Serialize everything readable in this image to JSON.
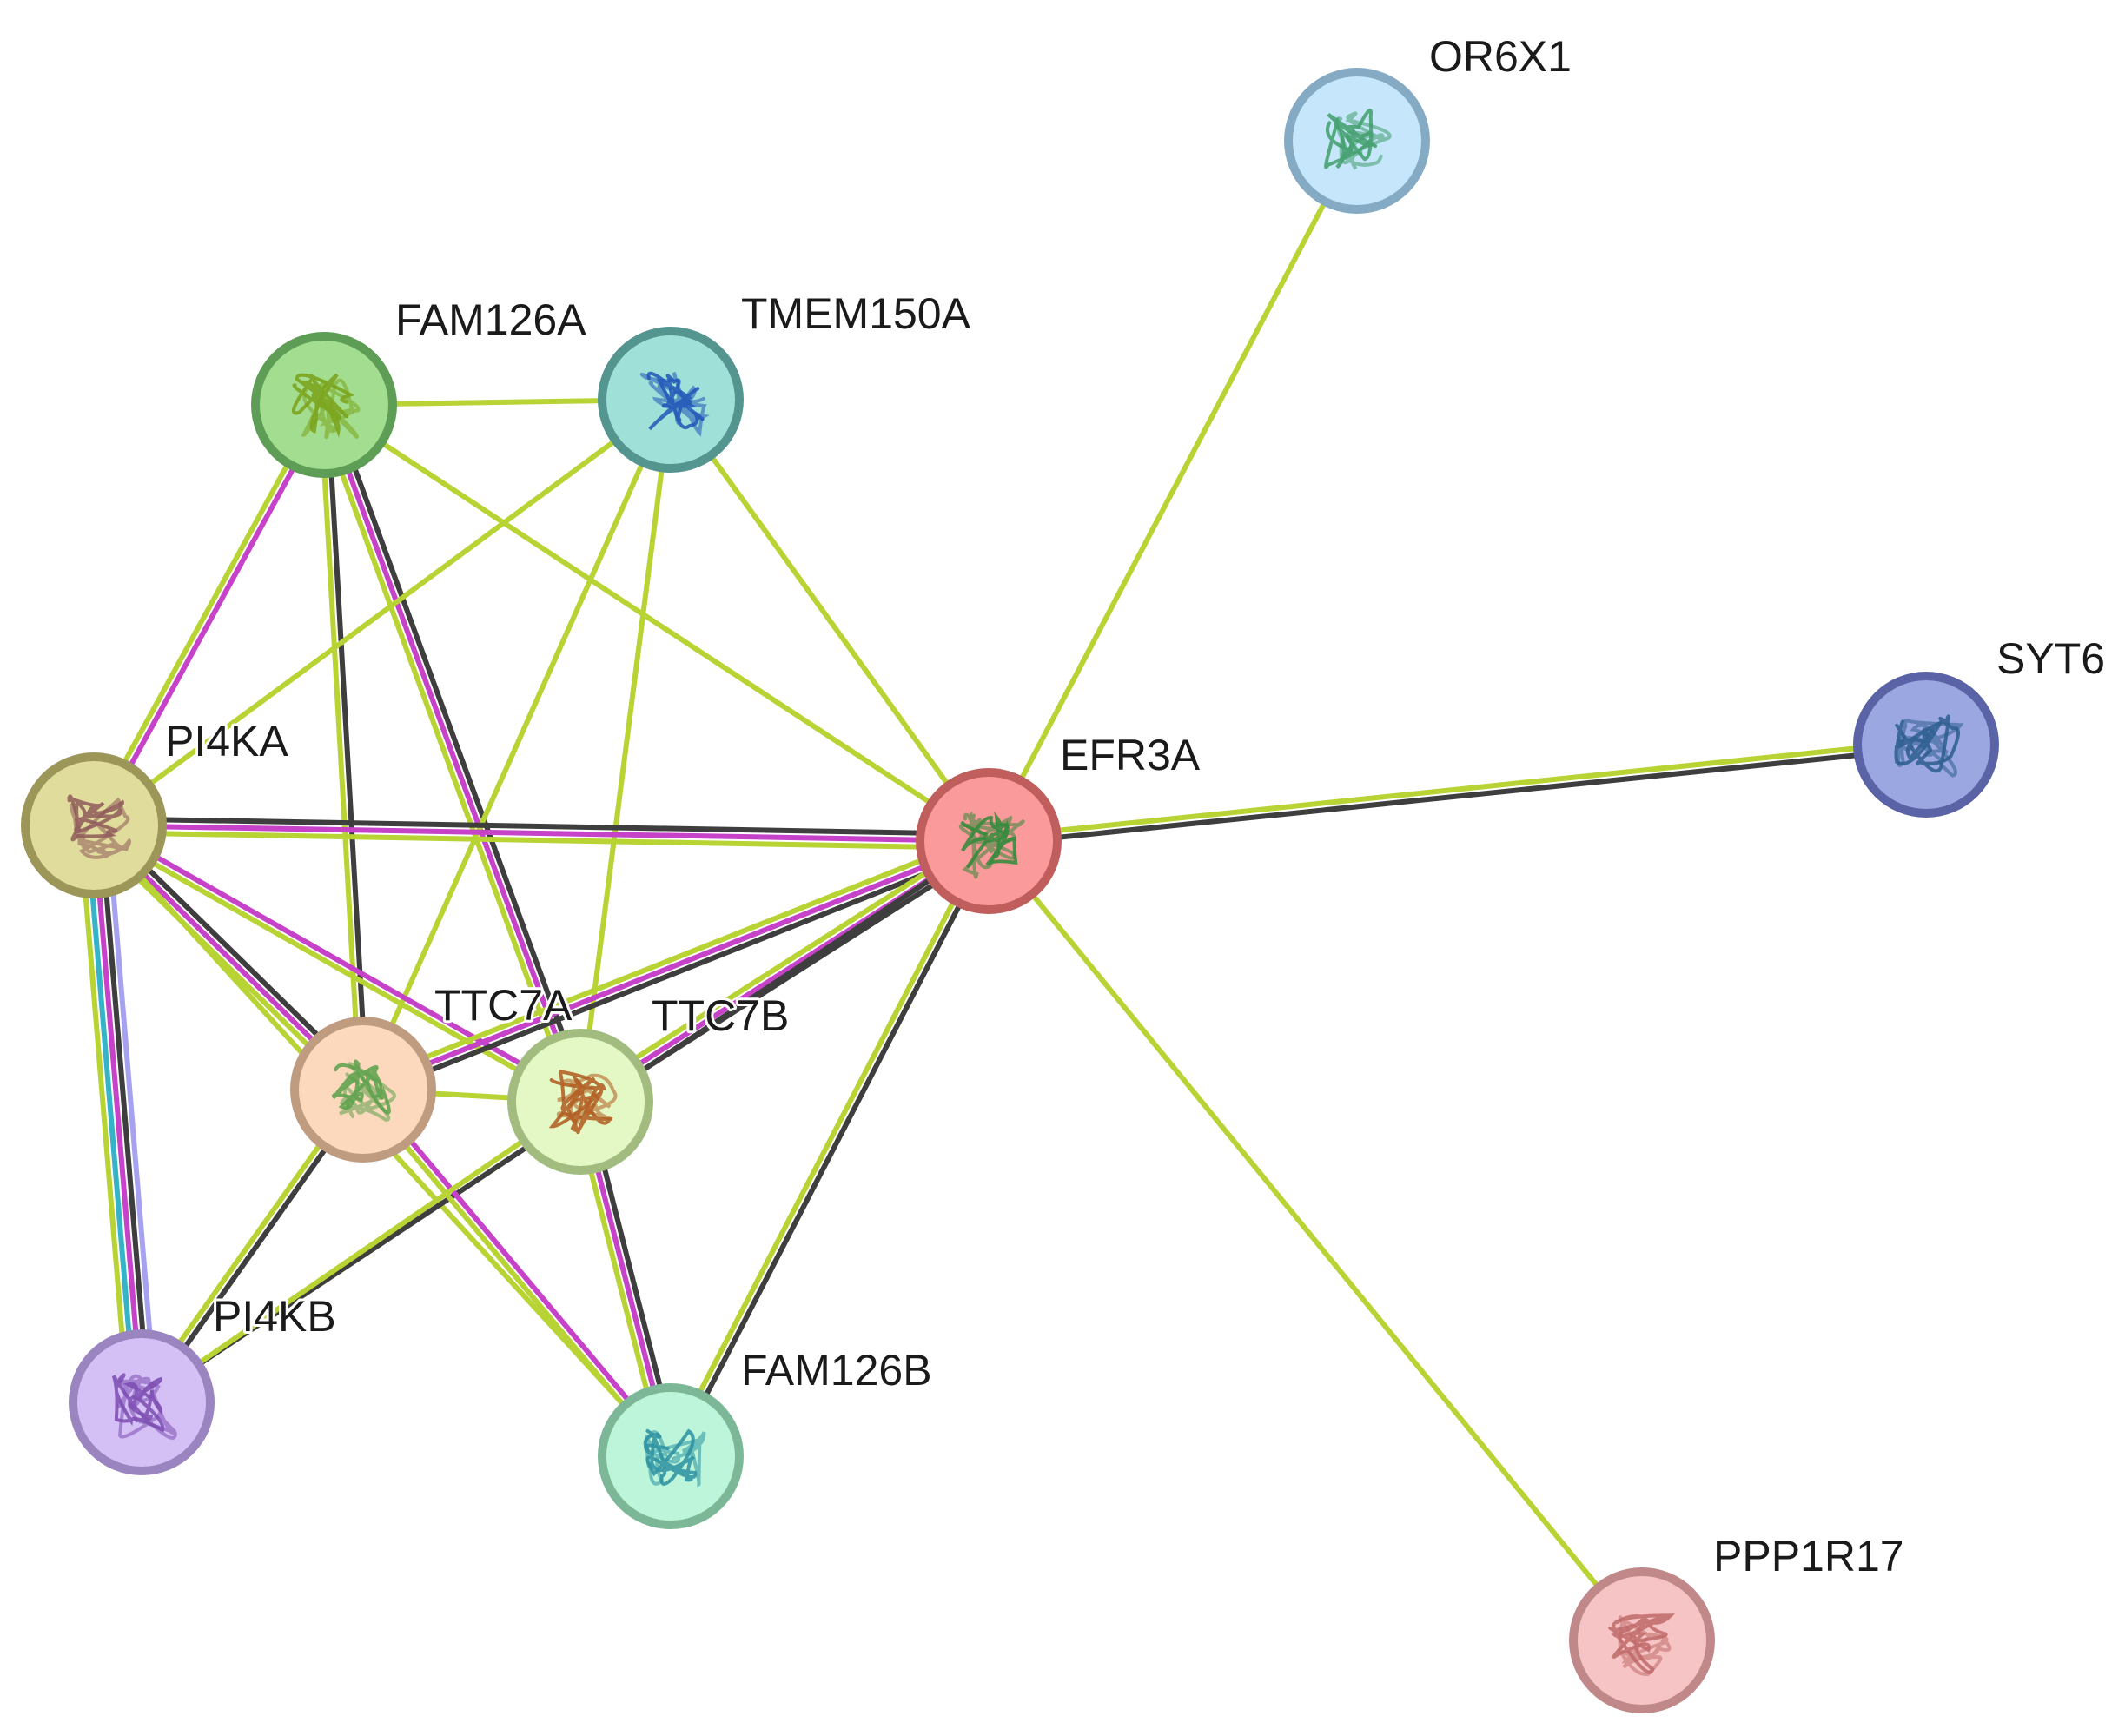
{
  "nodes": [
    {
      "id": "OR6X1",
      "label": "OR6X1",
      "fill": "#c6e6fb",
      "ring": "#84aac4",
      "glyph": "#3f9d6a"
    },
    {
      "id": "FAM126A",
      "label": "FAM126A",
      "fill": "#a3de90",
      "ring": "#5e9d55",
      "glyph": "#7aa219"
    },
    {
      "id": "TMEM150A",
      "label": "TMEM150A",
      "fill": "#9fe0d8",
      "ring": "#55958f",
      "glyph": "#2056b8"
    },
    {
      "id": "SYT6",
      "label": "SYT6",
      "fill": "#9ba7e0",
      "ring": "#5a63a6",
      "glyph": "#2b5d8f"
    },
    {
      "id": "PI4KA",
      "label": "PI4KA",
      "fill": "#e0dc9c",
      "ring": "#9c9758",
      "glyph": "#8e5a5a"
    },
    {
      "id": "EFR3A",
      "label": "EFR3A",
      "fill": "#fb9a9a",
      "ring": "#c05e5e",
      "glyph": "#2f8a3a"
    },
    {
      "id": "TTC7A",
      "label": "TTC7A",
      "fill": "#fcd8bc",
      "ring": "#bf9b80",
      "glyph": "#5aa14a"
    },
    {
      "id": "TTC7B",
      "label": "TTC7B",
      "fill": "#e3f8c4",
      "ring": "#a2bc80",
      "glyph": "#b05a1e"
    },
    {
      "id": "PI4KB",
      "label": "PI4KB",
      "fill": "#d5c0f6",
      "ring": "#9a85c0",
      "glyph": "#7a4bb0"
    },
    {
      "id": "FAM126B",
      "label": "FAM126B",
      "fill": "#bdf5da",
      "ring": "#7cb898",
      "glyph": "#2a8fa0"
    },
    {
      "id": "PPP1R17",
      "label": "PPP1R17",
      "fill": "#f6c4c4",
      "ring": "#c08888",
      "glyph": "#c06a6a"
    }
  ],
  "edge_colors": {
    "textmining": "#b8d334",
    "coexpression": "#3e3e3e",
    "experiments": "#c542c9",
    "databases": "#35b4c8",
    "homology": "#a7a2f0"
  },
  "edges": [
    {
      "a": "OR6X1",
      "b": "EFR3A",
      "types": [
        "textmining"
      ]
    },
    {
      "a": "SYT6",
      "b": "EFR3A",
      "types": [
        "coexpression",
        "textmining"
      ]
    },
    {
      "a": "PPP1R17",
      "b": "EFR3A",
      "types": [
        "textmining"
      ]
    },
    {
      "a": "FAM126A",
      "b": "TMEM150A",
      "types": [
        "textmining"
      ]
    },
    {
      "a": "FAM126A",
      "b": "EFR3A",
      "types": [
        "textmining"
      ]
    },
    {
      "a": "FAM126A",
      "b": "PI4KA",
      "types": [
        "experiments",
        "textmining"
      ]
    },
    {
      "a": "FAM126A",
      "b": "TTC7A",
      "types": [
        "coexpression",
        "textmining"
      ]
    },
    {
      "a": "FAM126A",
      "b": "TTC7B",
      "types": [
        "coexpression",
        "experiments",
        "textmining"
      ]
    },
    {
      "a": "TMEM150A",
      "b": "EFR3A",
      "types": [
        "textmining"
      ]
    },
    {
      "a": "TMEM150A",
      "b": "PI4KA",
      "types": [
        "textmining"
      ]
    },
    {
      "a": "TMEM150A",
      "b": "TTC7A",
      "types": [
        "textmining"
      ]
    },
    {
      "a": "TMEM150A",
      "b": "TTC7B",
      "types": [
        "textmining"
      ]
    },
    {
      "a": "PI4KA",
      "b": "EFR3A",
      "types": [
        "coexpression",
        "experiments",
        "textmining"
      ]
    },
    {
      "a": "PI4KA",
      "b": "TTC7A",
      "types": [
        "coexpression",
        "experiments",
        "textmining"
      ]
    },
    {
      "a": "PI4KA",
      "b": "TTC7B",
      "types": [
        "experiments",
        "textmining"
      ]
    },
    {
      "a": "PI4KA",
      "b": "PI4KB",
      "types": [
        "homology",
        "coexpression",
        "experiments",
        "databases",
        "textmining"
      ]
    },
    {
      "a": "PI4KA",
      "b": "FAM126B",
      "types": [
        "textmining"
      ]
    },
    {
      "a": "EFR3A",
      "b": "TTC7A",
      "types": [
        "coexpression",
        "experiments",
        "textmining"
      ]
    },
    {
      "a": "EFR3A",
      "b": "TTC7B",
      "types": [
        "coexpression",
        "experiments",
        "textmining"
      ]
    },
    {
      "a": "EFR3A",
      "b": "FAM126B",
      "types": [
        "coexpression",
        "textmining"
      ]
    },
    {
      "a": "EFR3A",
      "b": "PI4KB",
      "types": [
        "coexpression"
      ]
    },
    {
      "a": "TTC7A",
      "b": "TTC7B",
      "types": [
        "textmining"
      ]
    },
    {
      "a": "TTC7A",
      "b": "PI4KB",
      "types": [
        "coexpression",
        "textmining"
      ]
    },
    {
      "a": "TTC7A",
      "b": "FAM126B",
      "types": [
        "experiments",
        "textmining"
      ]
    },
    {
      "a": "TTC7B",
      "b": "PI4KB",
      "types": [
        "textmining"
      ]
    },
    {
      "a": "TTC7B",
      "b": "FAM126B",
      "types": [
        "coexpression",
        "experiments",
        "textmining"
      ]
    }
  ]
}
